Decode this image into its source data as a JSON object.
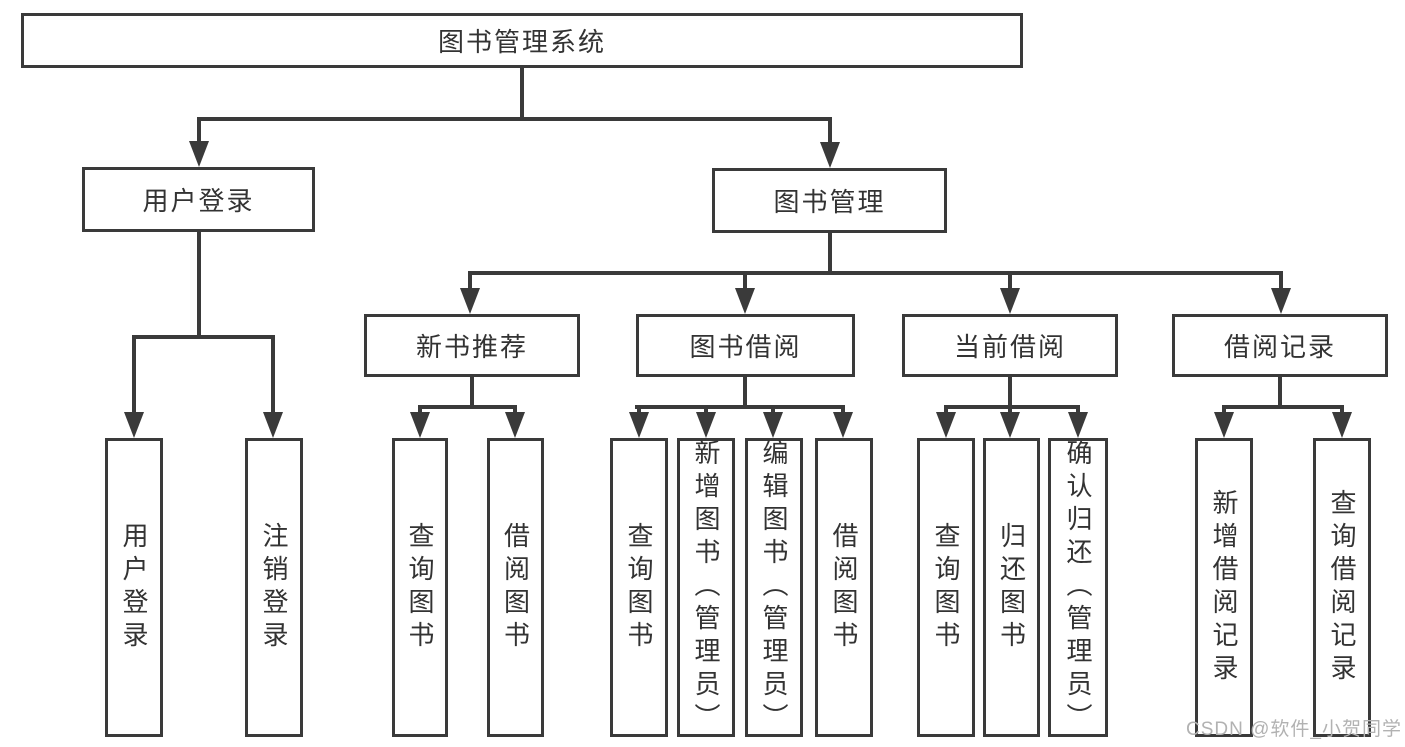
{
  "diagram_type": "hierarchy-structure-chart",
  "colors": {
    "line": "#3a3a3a",
    "text": "#333333",
    "background": "#ffffff",
    "watermark": "#b2b2b2"
  },
  "watermark": {
    "text": "CSDN @软件_小贺同学"
  },
  "tree": {
    "label": "图书管理系统",
    "children": [
      {
        "label": "用户登录",
        "children": [
          {
            "label": "用户登录"
          },
          {
            "label": "注销登录"
          }
        ]
      },
      {
        "label": "图书管理",
        "children": [
          {
            "label": "新书推荐",
            "children": [
              {
                "label": "查询图书"
              },
              {
                "label": "借阅图书"
              }
            ]
          },
          {
            "label": "图书借阅",
            "children": [
              {
                "label": "查询图书"
              },
              {
                "label": "新增图书（管理员）"
              },
              {
                "label": "编辑图书（管理员）"
              },
              {
                "label": "借阅图书"
              }
            ]
          },
          {
            "label": "当前借阅",
            "children": [
              {
                "label": "查询图书"
              },
              {
                "label": "归还图书"
              },
              {
                "label": "确认归还（管理员）"
              }
            ]
          },
          {
            "label": "借阅记录",
            "children": [
              {
                "label": "新增借阅记录"
              },
              {
                "label": "查询借阅记录"
              }
            ]
          }
        ]
      }
    ]
  }
}
